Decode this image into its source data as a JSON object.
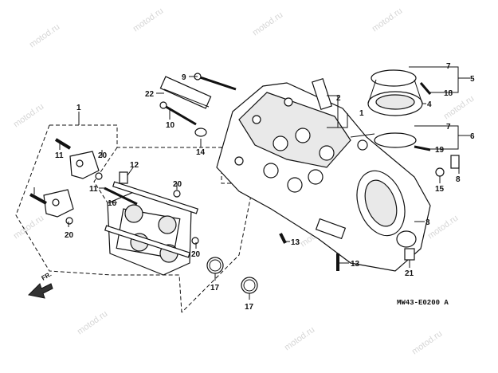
{
  "diagram": {
    "type": "exploded-parts-view",
    "watermark_text": "motod.ru",
    "drawing_code": "MW43-E0200 A",
    "direction_label": "FR.",
    "callouts": {
      "c1a": "1",
      "c1b": "1",
      "c2": "2",
      "c3": "3",
      "c4": "4",
      "c5": "5",
      "c6": "6",
      "c7a": "7",
      "c7b": "7",
      "c8": "8",
      "c9": "9",
      "c10": "10",
      "c11a": "11",
      "c11b": "11",
      "c12": "12",
      "c13a": "13",
      "c13b": "13",
      "c14": "14",
      "c15": "15",
      "c16": "16",
      "c17a": "17",
      "c17b": "17",
      "c18": "18",
      "c19": "19",
      "c20a": "20",
      "c20b": "20",
      "c20c": "20",
      "c20d": "20",
      "c21": "21",
      "c22": "22"
    }
  }
}
